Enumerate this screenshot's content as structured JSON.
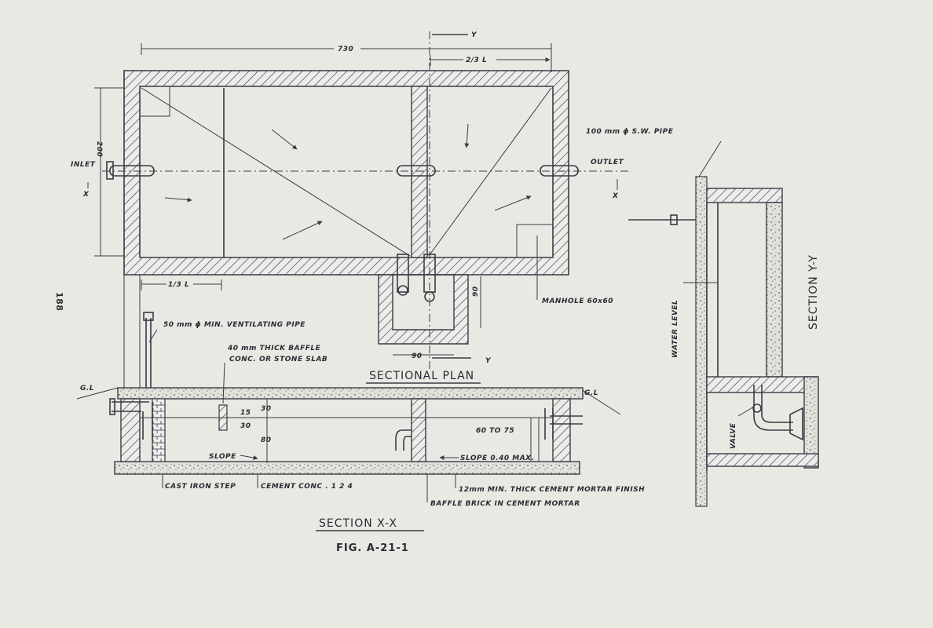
{
  "page_number": "188",
  "figure_caption": "FIG. A-21-1",
  "sectional_plan": {
    "title": "SECTIONAL PLAN",
    "dim_length": "730",
    "dim_width": "200",
    "dim_two_thirds_l": "2/3 L",
    "dim_one_third_l": "1/3 L",
    "inlet_label": "INLET",
    "outlet_label": "OUTLET",
    "pipe_label": "100 mm ϕ S.W. PIPE",
    "manhole_label": "MANHOLE 60x60",
    "manhole_dim_w": "90",
    "manhole_dim_h": "90",
    "section_marker_x": "X",
    "section_marker_y": "Y"
  },
  "section_xx": {
    "title": "SECTION  X-X",
    "ventilating_pipe_label": "50 mm ϕ MIN. VENTILATING PIPE",
    "baffle_label_line1": "40 mm THICK BAFFLE",
    "baffle_label_line2": "CONC. OR STONE SLAB",
    "ground_level_left": "G.L",
    "ground_level_right": "G.L",
    "dim_15": "15",
    "dim_30a": "30",
    "dim_30b": "30",
    "dim_80": "80",
    "dim_60_to_75": "60 TO 75",
    "slope_label": "SLOPE",
    "slope_max_label": "SLOPE  0.40 MAX.",
    "cast_iron_step_label": "CAST IRON STEP",
    "cement_conc_label": "CEMENT CONC . 1 2 4",
    "mortar_finish_label": "12mm MIN. THICK CEMENT MORTAR FINISH",
    "baffle_brick_label": "BAFFLE BRICK IN CEMENT MORTAR"
  },
  "section_yy": {
    "title": "SECTION  Y-Y",
    "water_level_label": "WATER LEVEL",
    "valve_label": "VALVE"
  }
}
